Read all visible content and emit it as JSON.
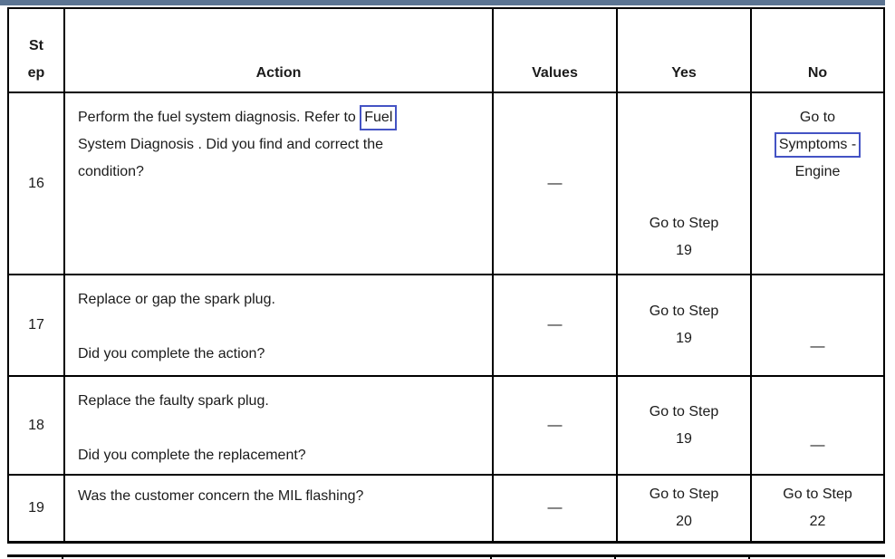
{
  "colors": {
    "top_bar": "#5b7492",
    "table_border": "#000000",
    "link_box": "#4453c4",
    "text": "#1b1b1b"
  },
  "header": {
    "step_line1": "St",
    "step_line2": "ep",
    "action": "Action",
    "values": "Values",
    "yes": "Yes",
    "no": "No"
  },
  "rows": [
    {
      "step": "16",
      "action": {
        "line1_pre": "Perform the fuel system diagnosis. Refer to ",
        "line1_link": "Fuel",
        "line2": "System Diagnosis . Did you find and correct the",
        "line3": "condition?"
      },
      "values": "—",
      "yes": {
        "line1": "Go to Step",
        "line2": "19"
      },
      "no": {
        "line1": "Go to",
        "line2_link": "Symptoms -",
        "line3": "Engine"
      }
    },
    {
      "step": "17",
      "action": {
        "line1": "Replace or gap the spark plug.",
        "line2": "Did you complete the action?"
      },
      "values": "—",
      "yes": {
        "line1": "Go to Step",
        "line2": "19"
      },
      "no": {
        "dash": "—"
      }
    },
    {
      "step": "18",
      "action": {
        "line1": "Replace the faulty spark plug.",
        "line2": "Did you complete the replacement?"
      },
      "values": "—",
      "yes": {
        "line1": "Go to Step",
        "line2": "19"
      },
      "no": {
        "dash": "—"
      }
    },
    {
      "step": "19",
      "action": {
        "line1": "Was the customer concern the MIL flashing?"
      },
      "values": "—",
      "yes": {
        "line1": "Go to Step",
        "line2": "20"
      },
      "no": {
        "line1": "Go to Step",
        "line2": "22"
      }
    }
  ]
}
